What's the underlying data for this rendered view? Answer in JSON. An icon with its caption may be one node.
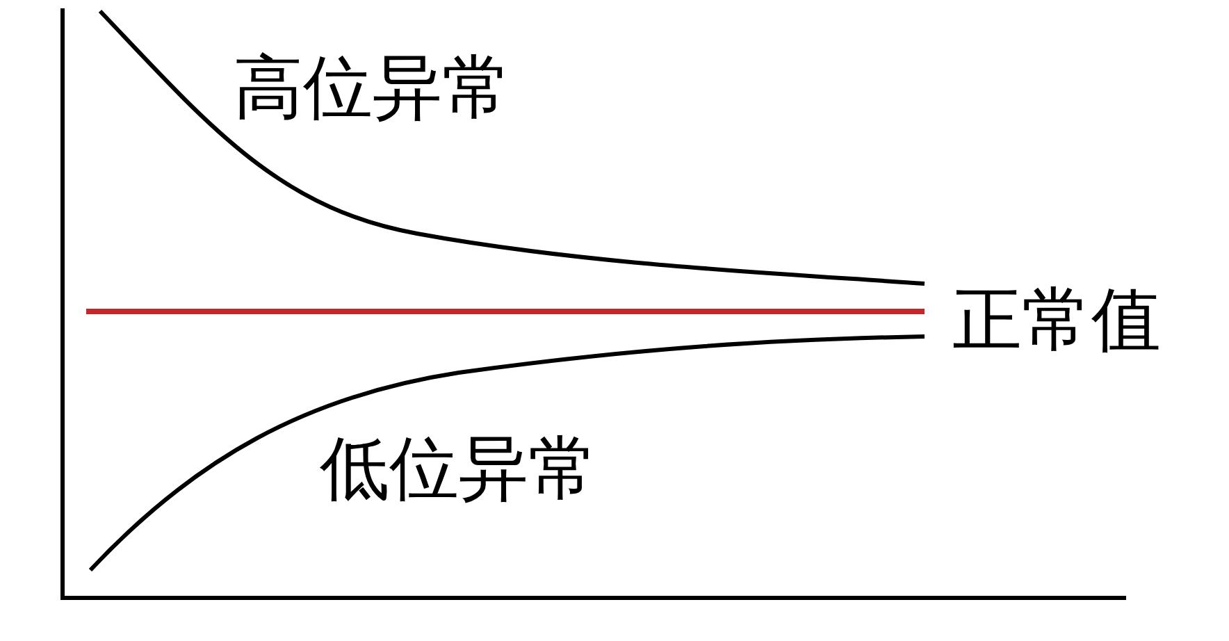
{
  "diagram": {
    "labels": [
      "高位异常",
      "正常值",
      "低位异常"
    ]
  }
}
